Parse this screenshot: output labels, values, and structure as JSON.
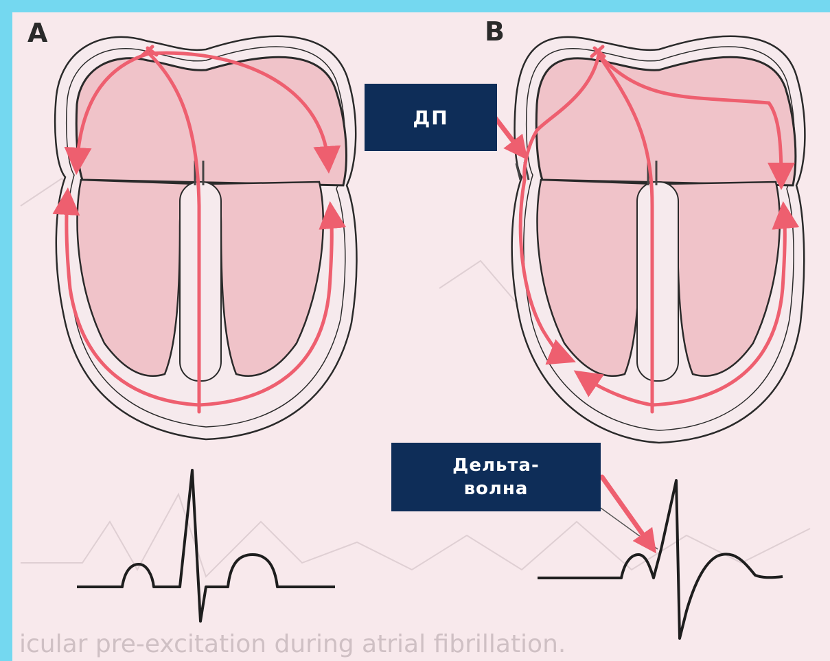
{
  "panels": {
    "a_label": "A",
    "b_label": "B"
  },
  "callouts": {
    "accessory_pathway": "ДП",
    "delta_wave_line1": "Дельта-",
    "delta_wave_line2": "волна"
  },
  "background_caption": "icular pre-excitation during atrial fibrillation.",
  "colors": {
    "frame": "#74d8f0",
    "paper": "#f8e9ec",
    "chamber_fill": "#f0c3c9",
    "conduction_path": "#ee5f6f",
    "callout_bg": "#0e2d58",
    "callout_text": "#ffffff",
    "outline": "#2a2a2a"
  }
}
